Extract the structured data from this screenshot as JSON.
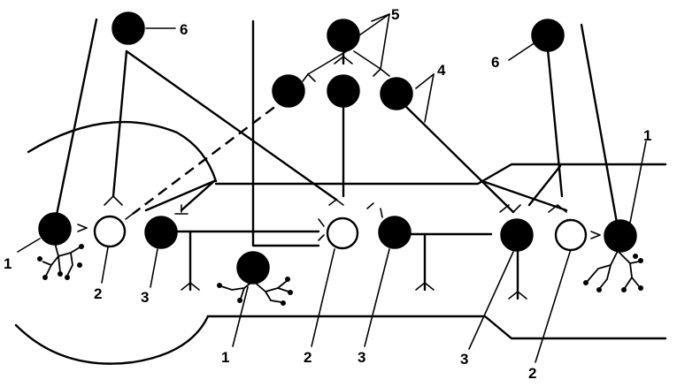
{
  "labels": {
    "l1_left": "1",
    "l1_mid": "1",
    "l1_right": "1",
    "l2_left": "2",
    "l2_mid": "2",
    "l2_right": "2",
    "l3_left": "3",
    "l3_mid": "3",
    "l3_right": "3",
    "l4": "4",
    "l5": "5",
    "l6_left": "6",
    "l6_right": "6"
  }
}
